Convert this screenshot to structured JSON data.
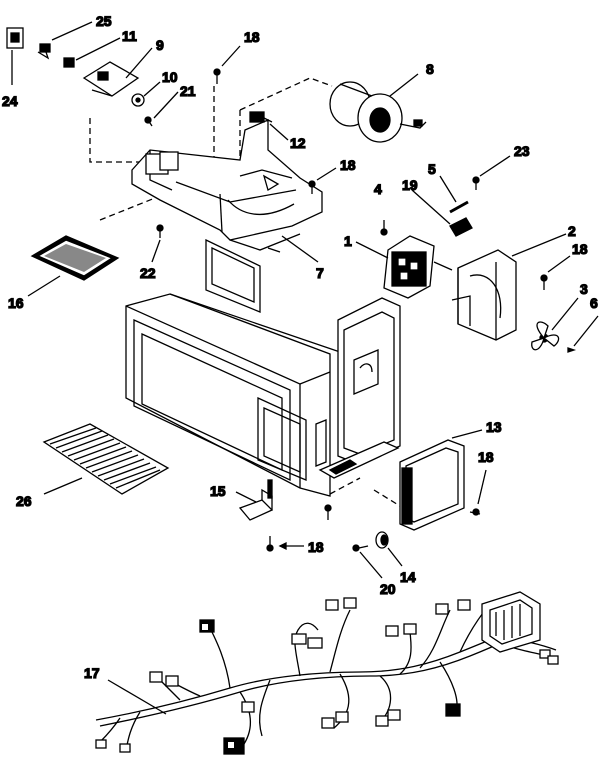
{
  "diagram": {
    "callouts": [
      {
        "id": "c25",
        "label": "25"
      },
      {
        "id": "c11",
        "label": "11"
      },
      {
        "id": "c9",
        "label": "9"
      },
      {
        "id": "c10",
        "label": "10"
      },
      {
        "id": "c21",
        "label": "21"
      },
      {
        "id": "c24",
        "label": "24"
      },
      {
        "id": "c18a",
        "label": "18"
      },
      {
        "id": "c8",
        "label": "8"
      },
      {
        "id": "c12",
        "label": "12"
      },
      {
        "id": "c18b",
        "label": "18"
      },
      {
        "id": "c5",
        "label": "5"
      },
      {
        "id": "c23",
        "label": "23"
      },
      {
        "id": "c19",
        "label": "19"
      },
      {
        "id": "c4",
        "label": "4"
      },
      {
        "id": "c1",
        "label": "1"
      },
      {
        "id": "c2",
        "label": "2"
      },
      {
        "id": "c18c",
        "label": "18"
      },
      {
        "id": "c3",
        "label": "3"
      },
      {
        "id": "c6",
        "label": "6"
      },
      {
        "id": "c22",
        "label": "22"
      },
      {
        "id": "c7",
        "label": "7"
      },
      {
        "id": "c16",
        "label": "16"
      },
      {
        "id": "c13",
        "label": "13"
      },
      {
        "id": "c18d",
        "label": "18"
      },
      {
        "id": "c26",
        "label": "26"
      },
      {
        "id": "c15",
        "label": "15"
      },
      {
        "id": "c18e",
        "label": "18"
      },
      {
        "id": "c14",
        "label": "14"
      },
      {
        "id": "c20",
        "label": "20"
      },
      {
        "id": "c17",
        "label": "17"
      }
    ]
  }
}
